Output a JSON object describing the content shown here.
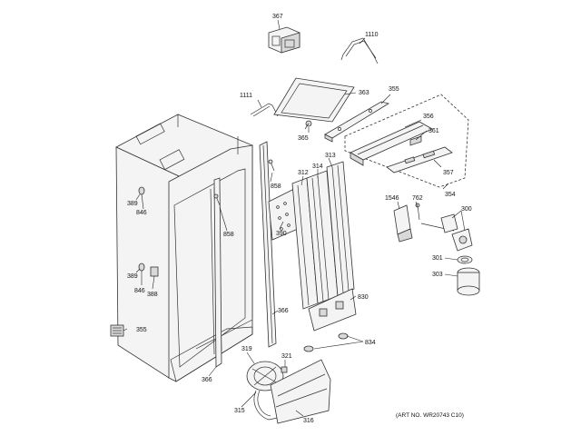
{
  "labels": {
    "p367": "367",
    "p1110": "1110",
    "p1111": "1111",
    "p363": "363",
    "p355a": "355",
    "p365": "365",
    "p356": "356",
    "p361": "361",
    "p357": "357",
    "p354": "354",
    "p858a": "858",
    "p312": "312",
    "p314": "314",
    "p313": "313",
    "p389a": "389",
    "p846a": "846",
    "p858b": "858",
    "p390": "390",
    "p1546": "1546",
    "p762": "762",
    "p300": "300",
    "p301": "301",
    "p303": "303",
    "p389b": "389",
    "p846b": "846",
    "p388": "388",
    "p830": "830",
    "p366a": "366",
    "p355b": "355",
    "p834": "834",
    "p319": "319",
    "p321": "321",
    "p366b": "366",
    "p315": "315",
    "p316": "316"
  },
  "art_number": "(ART NO. WR20743 C10)"
}
